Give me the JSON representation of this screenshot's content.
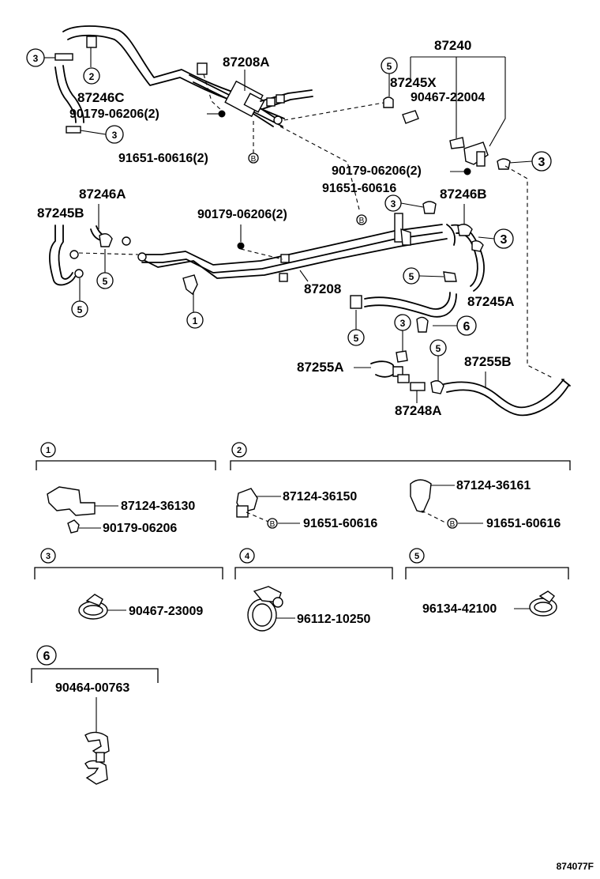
{
  "labels": {
    "p87208A": "87208A",
    "p87240": "87240",
    "p87245X": "87245X",
    "p90467_22004": "90467-22004",
    "p87246C": "87246C",
    "p90179_06206_2a": "90179-06206(2)",
    "p91651_60616_2": "91651-60616(2)",
    "p90179_06206_2b": "90179-06206(2)",
    "p91651_60616": "91651-60616",
    "p87246A": "87246A",
    "p87246B": "87246B",
    "p87245B": "87245B",
    "p90179_06206_2c": "90179-06206(2)",
    "p87208": "87208",
    "p87245A": "87245A",
    "p87255A": "87255A",
    "p87255B": "87255B",
    "p87248A": "87248A"
  },
  "callouts": {
    "c1": "1",
    "c2": "2",
    "c3": "3",
    "c4": "4",
    "c5": "5",
    "c6": "6",
    "b": "B"
  },
  "groups": {
    "g1": {
      "number": "1",
      "parts": [
        "87124-36130",
        "90179-06206"
      ]
    },
    "g2": {
      "number": "2",
      "parts": [
        "87124-36150",
        "91651-60616",
        "87124-36161",
        "91651-60616"
      ]
    },
    "g3": {
      "number": "3",
      "parts": [
        "90467-23009"
      ]
    },
    "g4": {
      "number": "4",
      "parts": [
        "96112-10250"
      ]
    },
    "g5": {
      "number": "5",
      "parts": [
        "96134-42100"
      ]
    },
    "g6": {
      "number": "6",
      "parts": [
        "90464-00763"
      ]
    }
  },
  "diagram_code": "874077F"
}
